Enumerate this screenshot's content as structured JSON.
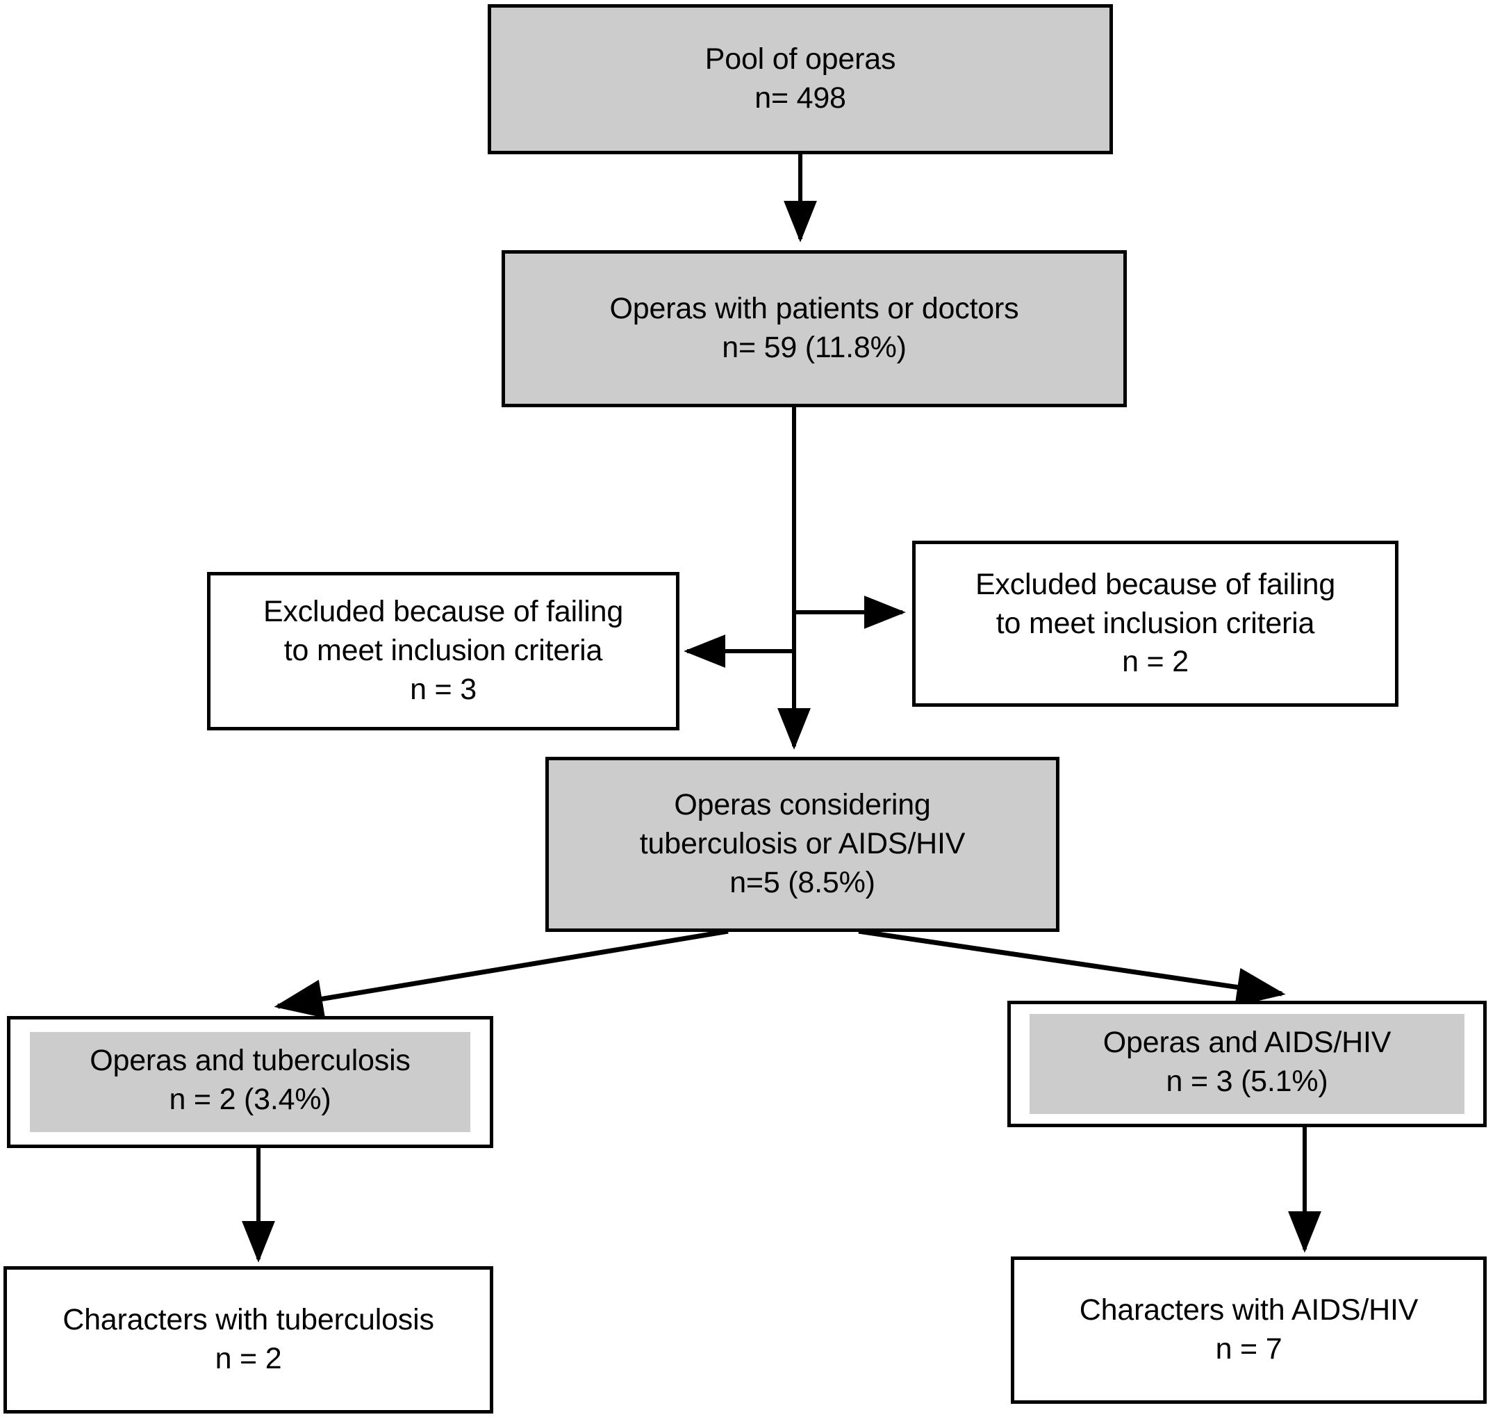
{
  "diagram": {
    "title": "Opera study selection flowchart",
    "colors": {
      "box_fill_gray": "#cccccc",
      "box_fill_white": "#ffffff",
      "border": "#000000",
      "text": "#000000"
    },
    "nodes": [
      {
        "id": "pool-of-operas",
        "line1": "Pool of operas",
        "line2": "n= 498",
        "fill": "gray"
      },
      {
        "id": "operas-with-patients-or-doctors",
        "line1": "Operas with patients or doctors",
        "line2": "n= 59 (11.8%)",
        "fill": "gray"
      },
      {
        "id": "excluded-left",
        "line1": "Excluded because of failing",
        "line2": "to meet inclusion criteria",
        "line3": "n = 3",
        "fill": "white"
      },
      {
        "id": "excluded-right",
        "line1": "Excluded because of failing",
        "line2": "to meet inclusion criteria",
        "line3": "n = 2",
        "fill": "white"
      },
      {
        "id": "operas-considering-tb-or-aids",
        "line1": "Operas considering",
        "line2": "tuberculosis or AIDS/HIV",
        "line3": "n=5 (8.5%)",
        "fill": "gray"
      },
      {
        "id": "operas-and-tuberculosis",
        "line1": "Operas and tuberculosis",
        "line2": "n = 2 (3.4%)",
        "fill": "plated"
      },
      {
        "id": "operas-and-aids-hiv",
        "line1": "Operas and AIDS/HIV",
        "line2": "n = 3 (5.1%)",
        "fill": "plated"
      },
      {
        "id": "characters-with-tuberculosis",
        "line1": "Characters with tuberculosis",
        "line2": "n = 2",
        "fill": "white"
      },
      {
        "id": "characters-with-aids-hiv",
        "line1": "Characters with AIDS/HIV",
        "line2": "n = 7",
        "fill": "white"
      }
    ],
    "edges": [
      {
        "id": "pool-to-patients",
        "from": "pool-of-operas",
        "to": "operas-with-patients-or-doctors",
        "style": "straight-down"
      },
      {
        "id": "patients-to-considering",
        "from": "operas-with-patients-or-doctors",
        "to": "operas-considering-tb-or-aids",
        "style": "straight-down"
      },
      {
        "id": "patients-to-excluded-right",
        "from": "operas-with-patients-or-doctors",
        "to": "excluded-right",
        "style": "branch-right"
      },
      {
        "id": "patients-to-excluded-left",
        "from": "operas-with-patients-or-doctors",
        "to": "excluded-left",
        "style": "branch-left"
      },
      {
        "id": "considering-to-tb",
        "from": "operas-considering-tb-or-aids",
        "to": "operas-and-tuberculosis",
        "style": "diagonal-left"
      },
      {
        "id": "considering-to-aids",
        "from": "operas-considering-tb-or-aids",
        "to": "operas-and-aids-hiv",
        "style": "diagonal-right"
      },
      {
        "id": "tb-to-characters-tb",
        "from": "operas-and-tuberculosis",
        "to": "characters-with-tuberculosis",
        "style": "straight-down"
      },
      {
        "id": "aids-to-characters-aids",
        "from": "operas-and-aids-hiv",
        "to": "characters-with-aids-hiv",
        "style": "straight-down"
      }
    ]
  }
}
